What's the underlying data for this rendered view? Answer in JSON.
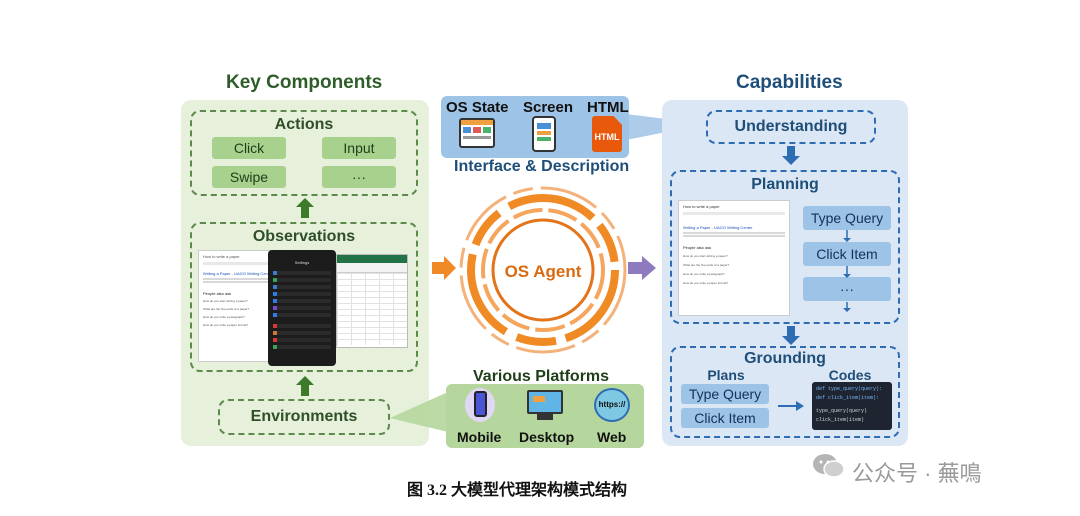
{
  "key_components": {
    "title": "Key Components",
    "actions": {
      "title": "Actions",
      "items": [
        "Click",
        "Input",
        "Swipe",
        "···"
      ]
    },
    "observations": {
      "title": "Observations"
    },
    "environments": {
      "title": "Environments"
    }
  },
  "interface": {
    "labels": [
      "OS State",
      "Screen",
      "HTML"
    ],
    "html_icon_text": "HTML",
    "title": "Interface & Description"
  },
  "center": {
    "label": "OS Agent"
  },
  "platforms": {
    "title": "Various Platforms",
    "items": [
      "Mobile",
      "Desktop",
      "Web"
    ],
    "web_icon_text": "https://"
  },
  "capabilities": {
    "title": "Capabilities",
    "understanding": "Understanding",
    "planning": {
      "title": "Planning",
      "steps": [
        "Type Query",
        "Click Item",
        "···"
      ]
    },
    "grounding": {
      "title": "Grounding",
      "plans_label": "Plans",
      "codes_label": "Codes",
      "plans": [
        "Type Query",
        "Click Item"
      ],
      "codes": [
        "def type_query(query):",
        "def click_item(item):",
        "type_query(query)",
        "click_item(item)"
      ]
    }
  },
  "screenshot_text": {
    "search_query": "How to write a paper",
    "result_title": "Writing a Paper - UAGO Writing Center",
    "people_also_ask": "People also ask",
    "questions": [
      "How do you start writing a paper?",
      "What are the five parts of a paper?",
      "How do you write a paragraph?",
      "How do you write a paper format?"
    ],
    "settings_title": "Settings"
  },
  "caption": "图 3.2  大模型代理架构模式结构",
  "watermark": "公众号 · 蕪鳴",
  "colors": {
    "green_panel": "#e6f0da",
    "blue_panel": "#dbe7f4",
    "orange": "#f08a24"
  }
}
